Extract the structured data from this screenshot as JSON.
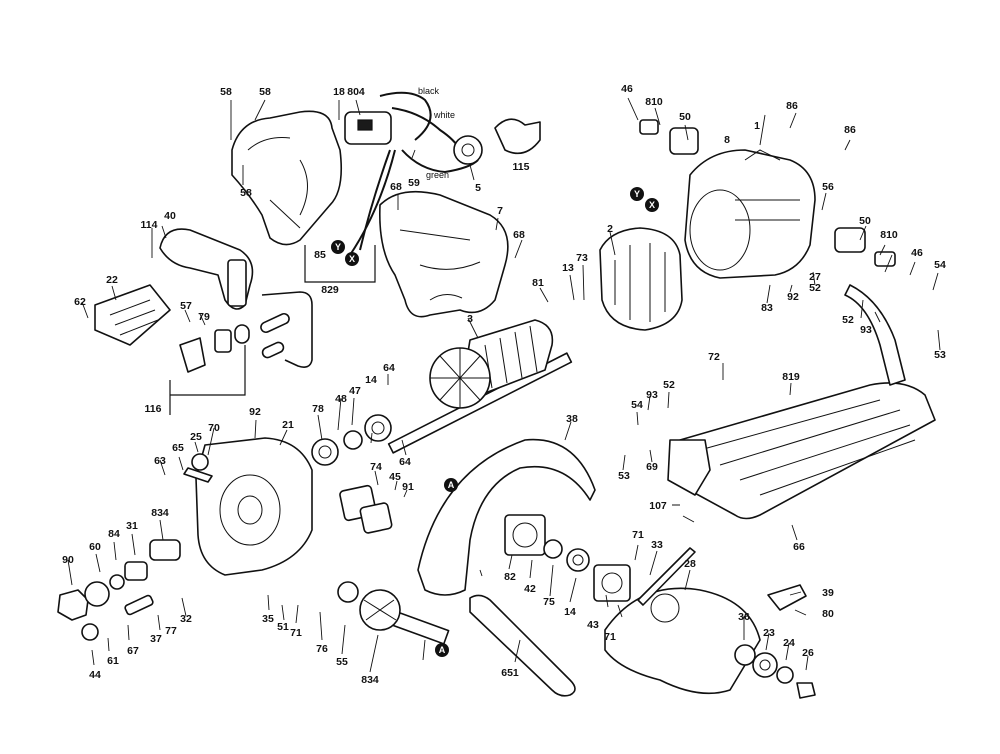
{
  "wire_labels": {
    "black": "black",
    "white": "white",
    "green": "green"
  },
  "markers": {
    "A": "A",
    "X": "X",
    "Y": "Y"
  },
  "callouts": {
    "p1": "1",
    "p2": "2",
    "p3": "3",
    "p5": "5",
    "p7": "7",
    "p8": "8",
    "p13": "13",
    "p14a": "14",
    "p14b": "14",
    "p18": "18",
    "p21": "21",
    "p22": "22",
    "p23": "23",
    "p24": "24",
    "p25": "25",
    "p26": "26",
    "p27": "27",
    "p28": "28",
    "p31": "31",
    "p32": "32",
    "p33": "33",
    "p35": "35",
    "p36": "36",
    "p37": "37",
    "p38": "38",
    "p39": "39",
    "p40": "40",
    "p42": "42",
    "p43": "43",
    "p44": "44",
    "p45": "45",
    "p46a": "46",
    "p46b": "46",
    "p47": "47",
    "p48": "48",
    "p50a": "50",
    "p50b": "50",
    "p51": "51",
    "p52a": "52",
    "p52b": "52",
    "p52c": "52",
    "p53a": "53",
    "p53b": "53",
    "p54a": "54",
    "p54b": "54",
    "p55": "55",
    "p56": "56",
    "p57": "57",
    "p58a": "58",
    "p58b": "58",
    "p58c": "58",
    "p59": "59",
    "p60": "60",
    "p61": "61",
    "p62": "62",
    "p63": "63",
    "p64a": "64",
    "p64b": "64",
    "p65": "65",
    "p66": "66",
    "p67": "67",
    "p68a": "68",
    "p68b": "68",
    "p69": "69",
    "p70": "70",
    "p71a": "71",
    "p71b": "71",
    "p71c": "71",
    "p72": "72",
    "p73": "73",
    "p74": "74",
    "p75": "75",
    "p76": "76",
    "p77": "77",
    "p78": "78",
    "p79": "79",
    "p80": "80",
    "p81": "81",
    "p82": "82",
    "p83": "83",
    "p84": "84",
    "p85": "85",
    "p86a": "86",
    "p86b": "86",
    "p90": "90",
    "p91": "91",
    "p92a": "92",
    "p92b": "92",
    "p93a": "93",
    "p93b": "93",
    "p107": "107",
    "p114": "114",
    "p115": "115",
    "p116": "116",
    "p651": "651",
    "p804": "804",
    "p810a": "810",
    "p810b": "810",
    "p819": "819",
    "p829": "829",
    "p834a": "834",
    "p834b": "834"
  }
}
